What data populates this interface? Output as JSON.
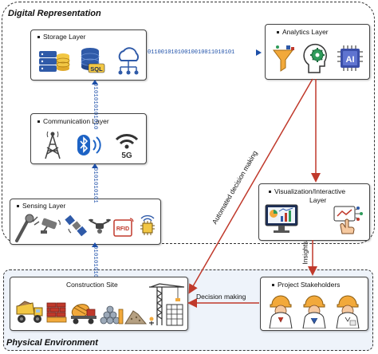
{
  "regions": {
    "digital": "Digital Representation",
    "physical": "Physical Environment"
  },
  "layers": {
    "storage": "Storage Layer",
    "communication": "Communication Layer",
    "sensing": "Sensing Layer",
    "analytics": "Analytics Layer",
    "visualization_line1": "Visualization/Interactive",
    "visualization_line2": "Layer",
    "construction": "Construction Site",
    "stakeholders": "Project Stakeholders"
  },
  "icon_text": {
    "sql": "SQL",
    "five_g": "5G",
    "rfid": "RFID",
    "ai": "AI"
  },
  "binary": {
    "storage_to_analytics": "01100101010010010011010101",
    "comm_to_storage": "0101010101010",
    "sensing_to_comm": "0101010101",
    "site_to_sensing": "0101010101"
  },
  "arrows": {
    "automated": "Automated decision making",
    "decision": "Decision making",
    "insights": "Insights"
  },
  "colors": {
    "region_fill": "#eef3fa",
    "arrow_red": "#c0392b",
    "binary_blue": "#1d4fa8"
  }
}
